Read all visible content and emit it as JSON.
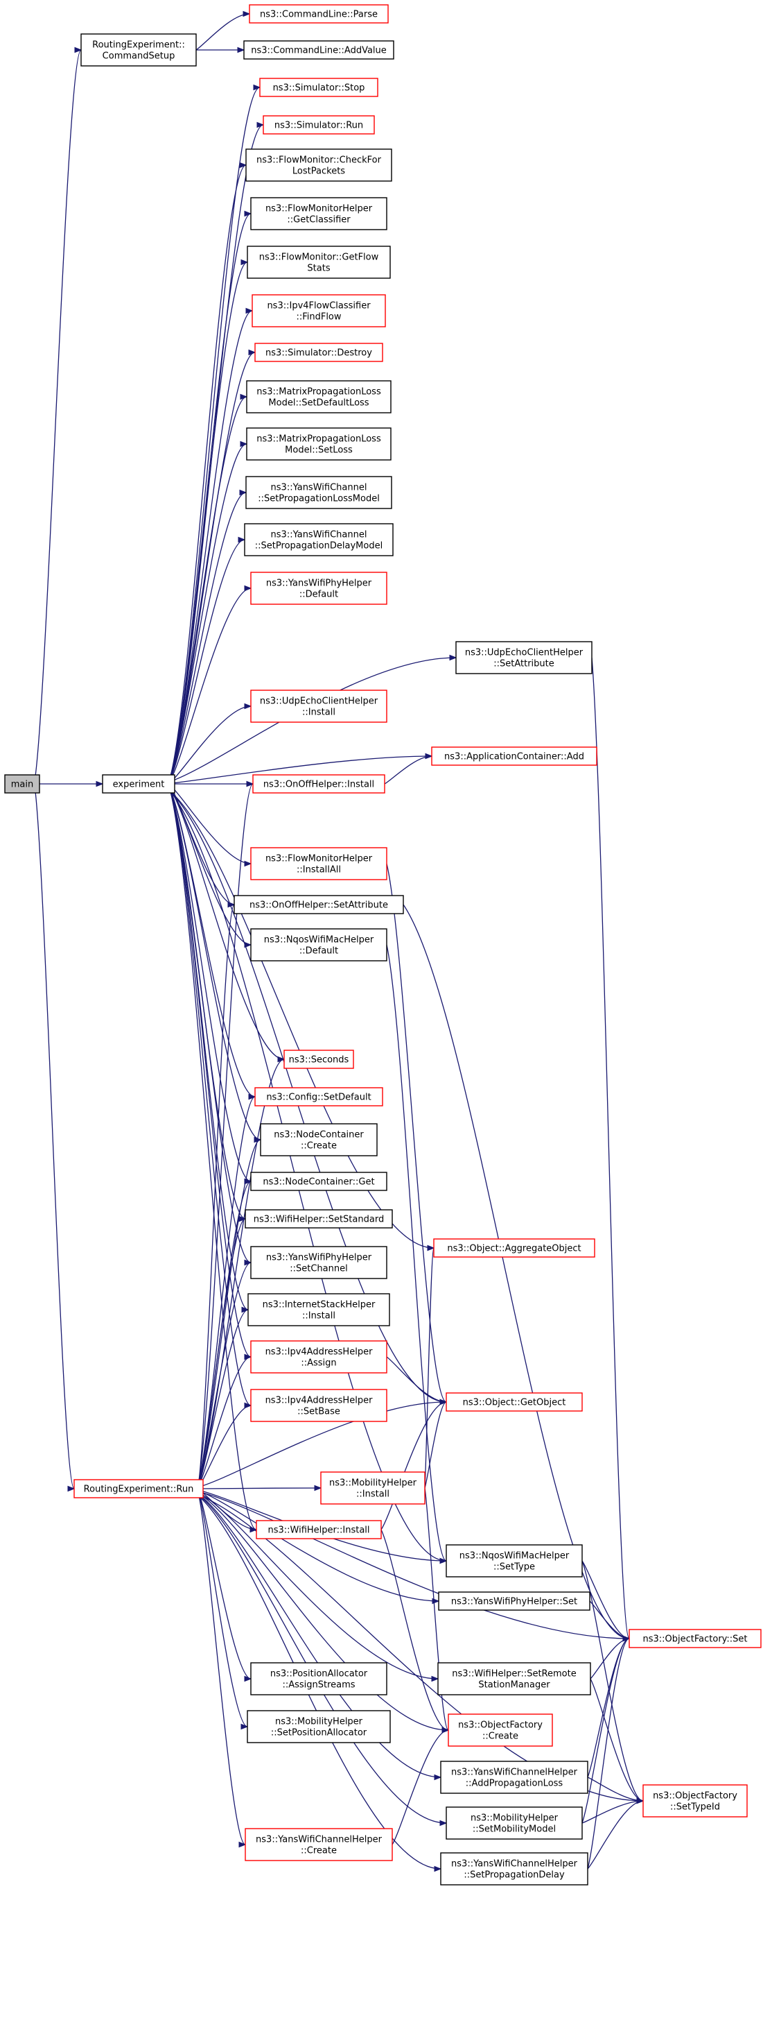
{
  "graph": {
    "colors": {
      "edge": "#191970",
      "border_documented": "#000000",
      "border_undocumented": "#ff0000",
      "current_fill": "#bfbfbf"
    },
    "nodes": [
      {
        "id": "main",
        "lines": [
          "main"
        ],
        "style": "current"
      },
      {
        "id": "setup",
        "lines": [
          "RoutingExperiment::",
          "CommandSetup"
        ],
        "style": "black"
      },
      {
        "id": "parse",
        "lines": [
          "ns3::CommandLine::Parse"
        ],
        "style": "red"
      },
      {
        "id": "addvalue",
        "lines": [
          "ns3::CommandLine::AddValue"
        ],
        "style": "black"
      },
      {
        "id": "experiment",
        "lines": [
          "experiment"
        ],
        "style": "black"
      },
      {
        "id": "run",
        "lines": [
          "RoutingExperiment::Run"
        ],
        "style": "red"
      },
      {
        "id": "stop",
        "lines": [
          "ns3::Simulator::Stop"
        ],
        "style": "red"
      },
      {
        "id": "simrun",
        "lines": [
          "ns3::Simulator::Run"
        ],
        "style": "red"
      },
      {
        "id": "checklost",
        "lines": [
          "ns3::FlowMonitor::CheckFor",
          "LostPackets"
        ],
        "style": "black"
      },
      {
        "id": "getclassifier",
        "lines": [
          "ns3::FlowMonitorHelper",
          "::GetClassifier"
        ],
        "style": "black"
      },
      {
        "id": "getflowstats",
        "lines": [
          "ns3::FlowMonitor::GetFlow",
          "Stats"
        ],
        "style": "black"
      },
      {
        "id": "findflow",
        "lines": [
          "ns3::Ipv4FlowClassifier",
          "::FindFlow"
        ],
        "style": "red"
      },
      {
        "id": "destroy",
        "lines": [
          "ns3::Simulator::Destroy"
        ],
        "style": "red"
      },
      {
        "id": "setdefaultloss",
        "lines": [
          "ns3::MatrixPropagationLoss",
          "Model::SetDefaultLoss"
        ],
        "style": "black"
      },
      {
        "id": "setloss",
        "lines": [
          "ns3::MatrixPropagationLoss",
          "Model::SetLoss"
        ],
        "style": "black"
      },
      {
        "id": "setproploss",
        "lines": [
          "ns3::YansWifiChannel",
          "::SetPropagationLossModel"
        ],
        "style": "black"
      },
      {
        "id": "setpropdelay",
        "lines": [
          "ns3::YansWifiChannel",
          "::SetPropagationDelayModel"
        ],
        "style": "black"
      },
      {
        "id": "phydefault",
        "lines": [
          "ns3::YansWifiPhyHelper",
          "::Default"
        ],
        "style": "red"
      },
      {
        "id": "udpsetattr",
        "lines": [
          "ns3::UdpEchoClientHelper",
          "::SetAttribute"
        ],
        "style": "black"
      },
      {
        "id": "udpinstall",
        "lines": [
          "ns3::UdpEchoClientHelper",
          "::Install"
        ],
        "style": "red"
      },
      {
        "id": "appadd",
        "lines": [
          "ns3::ApplicationContainer::Add"
        ],
        "style": "red"
      },
      {
        "id": "onoffinstall",
        "lines": [
          "ns3::OnOffHelper::Install"
        ],
        "style": "red"
      },
      {
        "id": "flowinstallall",
        "lines": [
          "ns3::FlowMonitorHelper",
          "::InstallAll"
        ],
        "style": "red"
      },
      {
        "id": "onoffsetattr",
        "lines": [
          "ns3::OnOffHelper::SetAttribute"
        ],
        "style": "black"
      },
      {
        "id": "nqosdefault",
        "lines": [
          "ns3::NqosWifiMacHelper",
          "::Default"
        ],
        "style": "black"
      },
      {
        "id": "seconds",
        "lines": [
          "ns3::Seconds"
        ],
        "style": "red"
      },
      {
        "id": "configsetdefault",
        "lines": [
          "ns3::Config::SetDefault"
        ],
        "style": "red"
      },
      {
        "id": "nccreate",
        "lines": [
          "ns3::NodeContainer",
          "::Create"
        ],
        "style": "black"
      },
      {
        "id": "ncget",
        "lines": [
          "ns3::NodeContainer::Get"
        ],
        "style": "black"
      },
      {
        "id": "setstandard",
        "lines": [
          "ns3::WifiHelper::SetStandard"
        ],
        "style": "black"
      },
      {
        "id": "setchannel",
        "lines": [
          "ns3::YansWifiPhyHelper",
          "::SetChannel"
        ],
        "style": "black"
      },
      {
        "id": "internetinstall",
        "lines": [
          "ns3::InternetStackHelper",
          "::Install"
        ],
        "style": "black"
      },
      {
        "id": "aggregate",
        "lines": [
          "ns3::Object::AggregateObject"
        ],
        "style": "red"
      },
      {
        "id": "assign",
        "lines": [
          "ns3::Ipv4AddressHelper",
          "::Assign"
        ],
        "style": "red"
      },
      {
        "id": "getobject",
        "lines": [
          "ns3::Object::GetObject"
        ],
        "style": "red"
      },
      {
        "id": "setbase",
        "lines": [
          "ns3::Ipv4AddressHelper",
          "::SetBase"
        ],
        "style": "red"
      },
      {
        "id": "mobinstall",
        "lines": [
          "ns3::MobilityHelper",
          "::Install"
        ],
        "style": "red"
      },
      {
        "id": "wifiinstall",
        "lines": [
          "ns3::WifiHelper::Install"
        ],
        "style": "red"
      },
      {
        "id": "nqossettype",
        "lines": [
          "ns3::NqosWifiMacHelper",
          "::SetType"
        ],
        "style": "black"
      },
      {
        "id": "physet",
        "lines": [
          "ns3::YansWifiPhyHelper::Set"
        ],
        "style": "black"
      },
      {
        "id": "ofset",
        "lines": [
          "ns3::ObjectFactory::Set"
        ],
        "style": "red"
      },
      {
        "id": "assignstreams",
        "lines": [
          "ns3::PositionAllocator",
          "::AssignStreams"
        ],
        "style": "black"
      },
      {
        "id": "setremote",
        "lines": [
          "ns3::WifiHelper::SetRemote",
          "StationManager"
        ],
        "style": "black"
      },
      {
        "id": "setposalloc",
        "lines": [
          "ns3::MobilityHelper",
          "::SetPositionAllocator"
        ],
        "style": "black"
      },
      {
        "id": "ofcreate",
        "lines": [
          "ns3::ObjectFactory",
          "::Create"
        ],
        "style": "red"
      },
      {
        "id": "addproploss",
        "lines": [
          "ns3::YansWifiChannelHelper",
          "::AddPropagationLoss"
        ],
        "style": "black"
      },
      {
        "id": "ofsettypeid",
        "lines": [
          "ns3::ObjectFactory",
          "::SetTypeId"
        ],
        "style": "red"
      },
      {
        "id": "setmobmodel",
        "lines": [
          "ns3::MobilityHelper",
          "::SetMobilityModel"
        ],
        "style": "black"
      },
      {
        "id": "channelcreate",
        "lines": [
          "ns3::YansWifiChannelHelper",
          "::Create"
        ],
        "style": "red"
      },
      {
        "id": "setpropdelayhelper",
        "lines": [
          "ns3::YansWifiChannelHelper",
          "::SetPropagationDelay"
        ],
        "style": "black"
      }
    ],
    "edges": [
      [
        "main",
        "setup"
      ],
      [
        "main",
        "experiment"
      ],
      [
        "main",
        "run"
      ],
      [
        "setup",
        "parse"
      ],
      [
        "setup",
        "addvalue"
      ],
      [
        "experiment",
        "stop"
      ],
      [
        "experiment",
        "simrun"
      ],
      [
        "experiment",
        "checklost"
      ],
      [
        "experiment",
        "getclassifier"
      ],
      [
        "experiment",
        "getflowstats"
      ],
      [
        "experiment",
        "findflow"
      ],
      [
        "experiment",
        "destroy"
      ],
      [
        "experiment",
        "setdefaultloss"
      ],
      [
        "experiment",
        "setloss"
      ],
      [
        "experiment",
        "setproploss"
      ],
      [
        "experiment",
        "setpropdelay"
      ],
      [
        "experiment",
        "phydefault"
      ],
      [
        "experiment",
        "udpsetattr"
      ],
      [
        "experiment",
        "udpinstall"
      ],
      [
        "experiment",
        "appadd"
      ],
      [
        "experiment",
        "aggregate"
      ],
      [
        "experiment",
        "onoffinstall"
      ],
      [
        "experiment",
        "getobject"
      ],
      [
        "experiment",
        "flowinstallall"
      ],
      [
        "experiment",
        "onoffsetattr"
      ],
      [
        "experiment",
        "nqosdefault"
      ],
      [
        "experiment",
        "nqossettype"
      ],
      [
        "experiment",
        "seconds"
      ],
      [
        "experiment",
        "configsetdefault"
      ],
      [
        "experiment",
        "nccreate"
      ],
      [
        "experiment",
        "ncget"
      ],
      [
        "experiment",
        "setstandard"
      ],
      [
        "experiment",
        "setchannel"
      ],
      [
        "experiment",
        "internetinstall"
      ],
      [
        "experiment",
        "assign"
      ],
      [
        "experiment",
        "setbase"
      ],
      [
        "experiment",
        "wifiinstall"
      ],
      [
        "run",
        "onoffinstall"
      ],
      [
        "run",
        "onoffsetattr"
      ],
      [
        "run",
        "seconds"
      ],
      [
        "run",
        "configsetdefault"
      ],
      [
        "run",
        "nccreate"
      ],
      [
        "run",
        "ncget"
      ],
      [
        "run",
        "setstandard"
      ],
      [
        "run",
        "setchannel"
      ],
      [
        "run",
        "internetinstall"
      ],
      [
        "run",
        "assign"
      ],
      [
        "run",
        "setbase"
      ],
      [
        "run",
        "getobject"
      ],
      [
        "run",
        "mobinstall"
      ],
      [
        "run",
        "wifiinstall"
      ],
      [
        "run",
        "nqossettype"
      ],
      [
        "run",
        "physet"
      ],
      [
        "run",
        "ofset"
      ],
      [
        "run",
        "assignstreams"
      ],
      [
        "run",
        "setposalloc"
      ],
      [
        "run",
        "setremote"
      ],
      [
        "run",
        "ofcreate"
      ],
      [
        "run",
        "addproploss"
      ],
      [
        "run",
        "channelcreate"
      ],
      [
        "run",
        "setmobmodel"
      ],
      [
        "run",
        "setpropdelayhelper"
      ],
      [
        "run",
        "ofsettypeid"
      ],
      [
        "udpsetattr",
        "ofset"
      ],
      [
        "onoffinstall",
        "appadd"
      ],
      [
        "flowinstallall",
        "getobject"
      ],
      [
        "onoffsetattr",
        "ofset"
      ],
      [
        "nqosdefault",
        "nqossettype"
      ],
      [
        "assign",
        "getobject"
      ],
      [
        "mobinstall",
        "aggregate"
      ],
      [
        "mobinstall",
        "getobject"
      ],
      [
        "mobinstall",
        "ofcreate"
      ],
      [
        "wifiinstall",
        "getobject"
      ],
      [
        "wifiinstall",
        "ofcreate"
      ],
      [
        "nqossettype",
        "ofset"
      ],
      [
        "nqossettype",
        "ofsettypeid"
      ],
      [
        "physet",
        "ofset"
      ],
      [
        "setremote",
        "ofset"
      ],
      [
        "setremote",
        "ofsettypeid"
      ],
      [
        "addproploss",
        "ofset"
      ],
      [
        "addproploss",
        "ofsettypeid"
      ],
      [
        "setmobmodel",
        "ofset"
      ],
      [
        "setmobmodel",
        "ofsettypeid"
      ],
      [
        "channelcreate",
        "ofcreate"
      ],
      [
        "setpropdelayhelper",
        "ofset"
      ],
      [
        "setpropdelayhelper",
        "ofsettypeid"
      ]
    ]
  }
}
